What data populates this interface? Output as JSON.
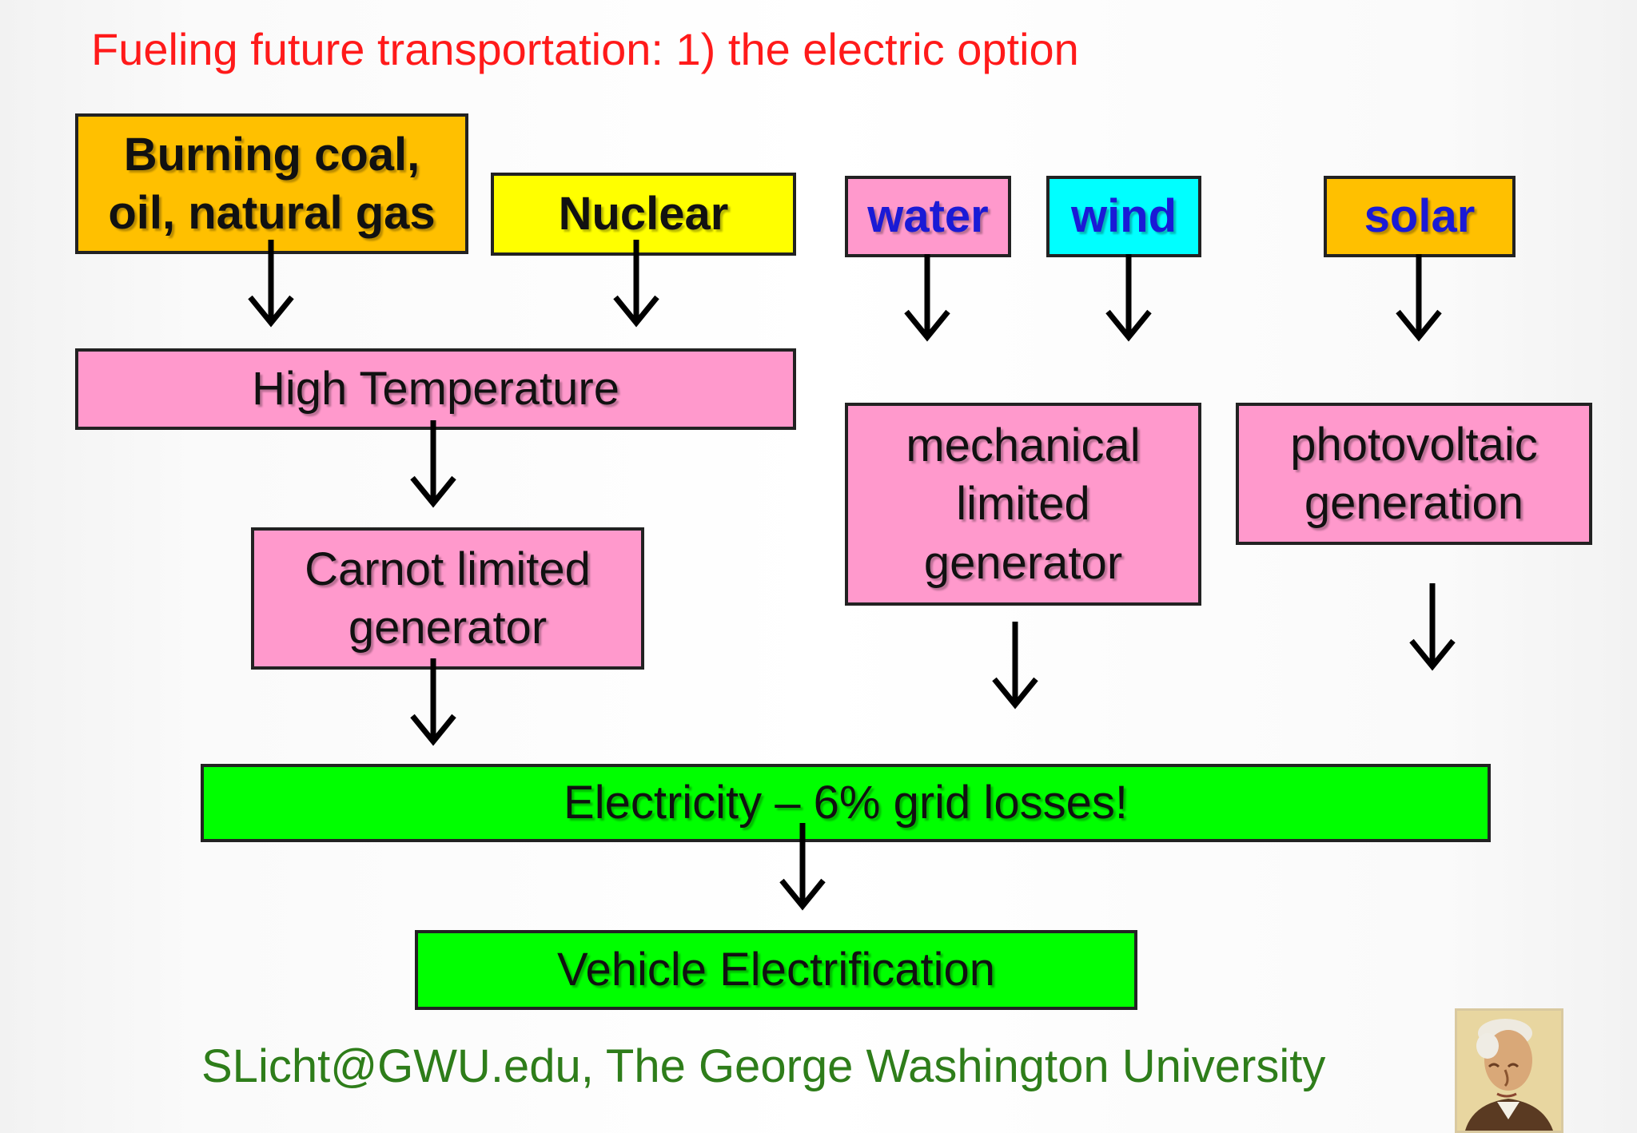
{
  "title": "Fueling future transportation: 1) the electric option",
  "sources": {
    "fossil": "Burning coal,\noil, natural gas",
    "nuclear": "Nuclear",
    "water": "water",
    "wind": "wind",
    "solar": "solar"
  },
  "stages": {
    "high_temperature": "High Temperature",
    "carnot": "Carnot limited\ngenerator",
    "mechanical": "mechanical\nlimited\ngenerator",
    "photovoltaic": "photovoltaic\ngeneration",
    "electricity": "Electricity – 6% grid losses!",
    "vehicle": "Vehicle Electrification"
  },
  "footer": "SLicht@GWU.edu, The George Washington University",
  "colors": {
    "title": "#ff1a1a",
    "footer": "#2e7d1a",
    "orange_box": "#ffc000",
    "yellow_box": "#ffff00",
    "pink_box": "#ff99cc",
    "cyan_box": "#00ffff",
    "green_box": "#00ff00",
    "source_text_blue": "#1a1ad6"
  }
}
